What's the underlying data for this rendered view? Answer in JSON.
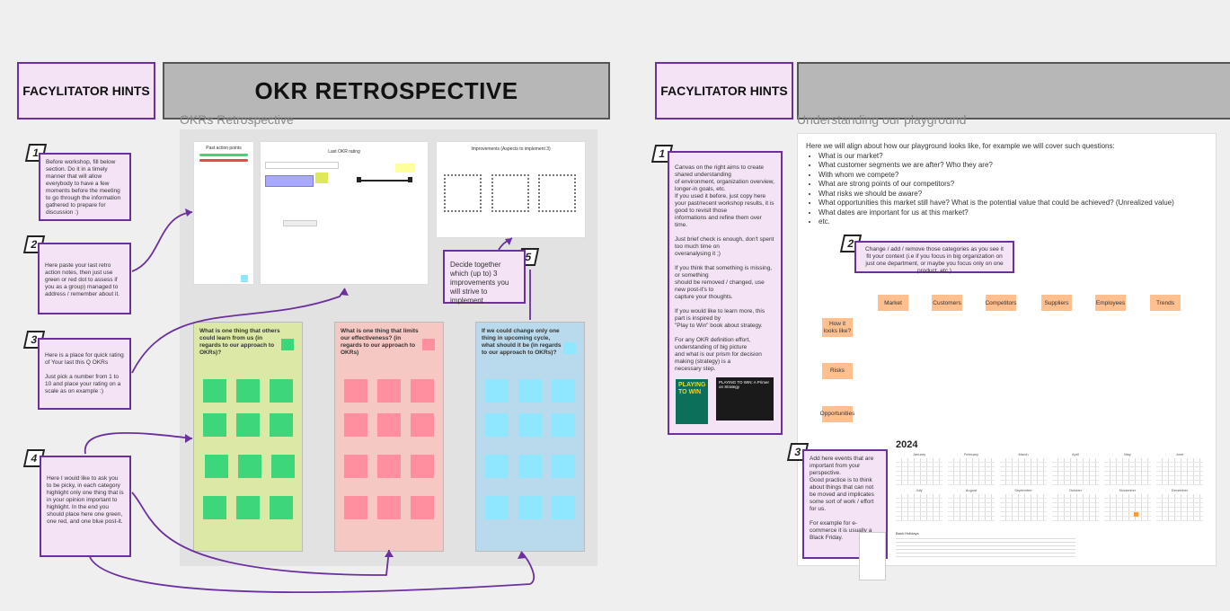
{
  "left": {
    "hint_header": "FACYLITATOR HINTS",
    "banner_title": "OKR RETROSPECTIVE",
    "frame_label": "OKRs Retrospective",
    "notes": [
      {
        "num": "1",
        "text": "Before workshop, fill below section. Do it in a timely manner that will allow everybody to have a few moments before the meeting to go through the information gathered to prepare for discussion :)"
      },
      {
        "num": "2",
        "text": "Here paste your last retro action notes, then just use green or red dot to assess if you as a group) managed to address / remember about it."
      },
      {
        "num": "3",
        "text": "Here is a place for quick rating of Your last this Q OKRs\n\nJust pick a number from 1 to 10 and place your rating on a scale as on example :)"
      },
      {
        "num": "4",
        "text": "Here I would like to ask you to be picky, in each category highlight only one thing that is in your opinion important to highlight. In the end you should place here one green, one red, and one blue post-it."
      },
      {
        "num": "5",
        "text": "Decide together which (up to) 3 improvements you will strive to implement"
      }
    ],
    "cards": {
      "past_actions_title": "Past action points",
      "rating_title": "Last OKR rating",
      "improvements_title": "Improvements (Aspects to implement 3)"
    },
    "columns": [
      {
        "title": "What is one thing that others could learn from us (in regards to our approach to OKRs)?",
        "color": "#dbe8a6"
      },
      {
        "title": "What is one thing that limits our effectiveness? (in regards to our approach to OKRs)",
        "color": "#f6c8c4"
      },
      {
        "title": "If we could change only one thing in upcoming cycle, what should it be (in regards to our approach to OKRs)?",
        "color": "#b9d9ec"
      }
    ]
  },
  "right": {
    "hint_header": "FACYLITATOR HINTS",
    "banner_title": "",
    "frame_label": "Understanding  our playground",
    "intro": "Here we will align about how our playground looks like, for example we will cover such questions:",
    "questions": [
      "What is our market?",
      "What customer segments we are after? Who they are?",
      "With whom we compete?",
      "What are strong points of our competitors?",
      "What risks we should be aware?",
      "What opportunities this market still have? What is the potential value that could be achieved? (Unrealized value)",
      "What dates are important for us at this market?",
      "etc."
    ],
    "notes": [
      {
        "num": "1",
        "text": "Canvas on the right aims to create shared understanding\nof environment, organization overview, longer-in goals, etc.\nIf you used it before, just copy here your past/recent workshop results, it is good to revisit those\ninformations and refine them over time.\n\nJust brief check is enough, don't spent too much time on\noveranalysing it ;)\n\nIf you think that something is missing, or something\nshould be removed / changed, use new post-it's to\ncapture your thoughts.\n\nIf you would like to learn more, this part is inspired by\n\"Play to Win\" book about strategy.\n\nFor any OKR definition effort, understanding of big picture\nand what is our prism for decision making (strategy) is a\nnecessary step."
      },
      {
        "num": "2",
        "text": "Change / add / remove those categories as you see it fit your context (i.e if you focus in big organization on just one department, or maybe you focus only on one product, etc.)"
      },
      {
        "num": "3",
        "text": "Add here events that are important from your perspective.\nGood practice is to think about things that can not be moved and implicates some sort of work / effort for us.\n\nFor example for e-commerce it is usually a Black Friday."
      }
    ],
    "book_title": "PLAYING TO WIN",
    "video_title": "PLAYING TO WIN: A Primer on Strategy",
    "categories": [
      "Market",
      "Customers",
      "Competitors",
      "Suppliers",
      "Employees",
      "Trends"
    ],
    "row_labels": [
      "How it looks like?",
      "Risks",
      "Opportunities"
    ],
    "year": "2024",
    "months": [
      "January",
      "February",
      "March",
      "April",
      "May",
      "June",
      "July",
      "August",
      "September",
      "October",
      "November",
      "December"
    ],
    "holidays_label": "Bank Holidays"
  },
  "colors": {
    "purple_border": "#6b2fa0",
    "hint_bg": "#f3e3f5",
    "green_sticky": "#3ed67a",
    "red_sticky": "#ff8f9e",
    "blue_sticky": "#8ee6ff",
    "category_sticky": "#ffbf8f"
  }
}
